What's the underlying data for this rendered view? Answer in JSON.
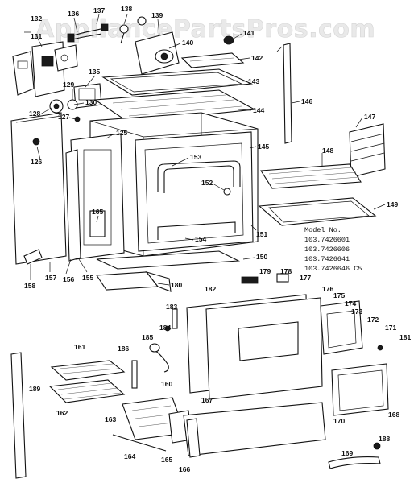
{
  "watermark": "AppliancePartsPros.com",
  "model_block": {
    "heading": "Model No.",
    "models": [
      "103.7426601",
      "103.7426606",
      "103.7426641",
      "103.7426646 C5"
    ]
  },
  "callouts": [
    "132",
    "131",
    "136",
    "137",
    "138",
    "139",
    "140",
    "141",
    "142",
    "143",
    "144",
    "145",
    "146",
    "147",
    "148",
    "149",
    "135",
    "129",
    "130",
    "128",
    "127",
    "126",
    "125",
    "153",
    "152",
    "151",
    "165",
    "154",
    "150",
    "158",
    "157",
    "156",
    "155",
    "180",
    "179",
    "178",
    "177",
    "176",
    "175",
    "174",
    "173",
    "172",
    "171",
    "181",
    "182",
    "183",
    "184",
    "185",
    "186",
    "160",
    "161",
    "162",
    "163",
    "164",
    "165",
    "166",
    "167",
    "170",
    "168",
    "169",
    "188",
    "189"
  ]
}
